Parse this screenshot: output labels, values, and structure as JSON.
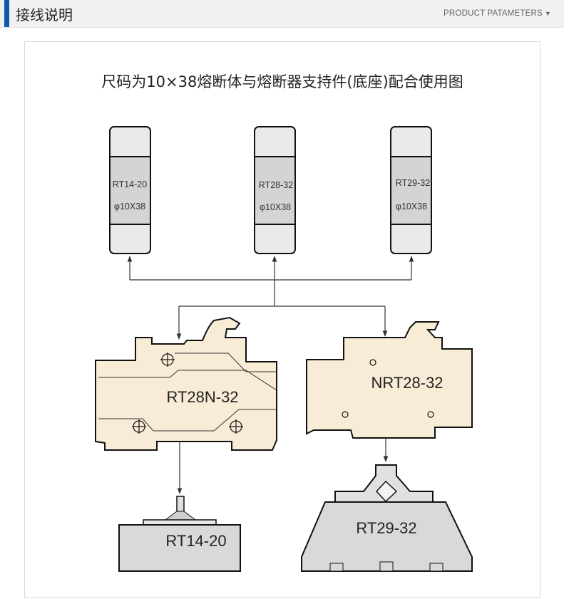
{
  "header": {
    "title": "接线说明",
    "subtitle": "PRODUCT PATAMETERS",
    "subtitle_icon": "triangle-down-icon"
  },
  "diagram": {
    "title": "尺码为10×38熔断体与熔断器支持件(底座)配合使用图",
    "fuses": [
      {
        "model": "RT14-20",
        "size": "φ10X38"
      },
      {
        "model": "RT28-32",
        "size": "φ10X38"
      },
      {
        "model": "RT29-32",
        "size": "φ10X38"
      }
    ],
    "holders": [
      {
        "label": "RT28N-32"
      },
      {
        "label": "NRT28-32"
      }
    ],
    "bases": [
      {
        "label": "RT14-20"
      },
      {
        "label": "RT29-32"
      }
    ]
  },
  "colors": {
    "accent": "#0e5aa8",
    "holder_fill": "#f9ecd6",
    "fuse_cap": "#eaeaea",
    "fuse_body": "#d4d4d4",
    "base_fill": "#d9d9d9"
  }
}
